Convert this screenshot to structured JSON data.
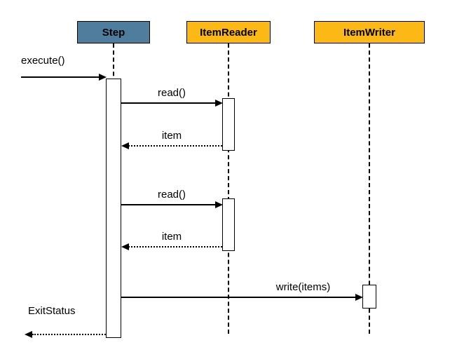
{
  "diagram": {
    "type": "uml-sequence-diagram",
    "colors": {
      "step_header": "#4e7d9d",
      "reader_header": "#fcb815",
      "writer_header": "#fcb815",
      "line": "#000000",
      "background": "#ffffff"
    },
    "lifelines": [
      {
        "label": "Step"
      },
      {
        "label": "ItemReader"
      },
      {
        "label": "ItemWriter"
      }
    ],
    "messages": [
      {
        "label": "execute()",
        "type": "solid",
        "from": "caller",
        "to": "Step"
      },
      {
        "label": "read()",
        "type": "solid",
        "from": "Step",
        "to": "ItemReader"
      },
      {
        "label": "item",
        "type": "dotted-return",
        "from": "ItemReader",
        "to": "Step"
      },
      {
        "label": "read()",
        "type": "solid",
        "from": "Step",
        "to": "ItemReader"
      },
      {
        "label": "item",
        "type": "dotted-return",
        "from": "ItemReader",
        "to": "Step"
      },
      {
        "label": "write(items)",
        "type": "solid",
        "from": "Step",
        "to": "ItemWriter"
      },
      {
        "label": "ExitStatus",
        "type": "dotted-return",
        "from": "Step",
        "to": "caller"
      }
    ]
  }
}
